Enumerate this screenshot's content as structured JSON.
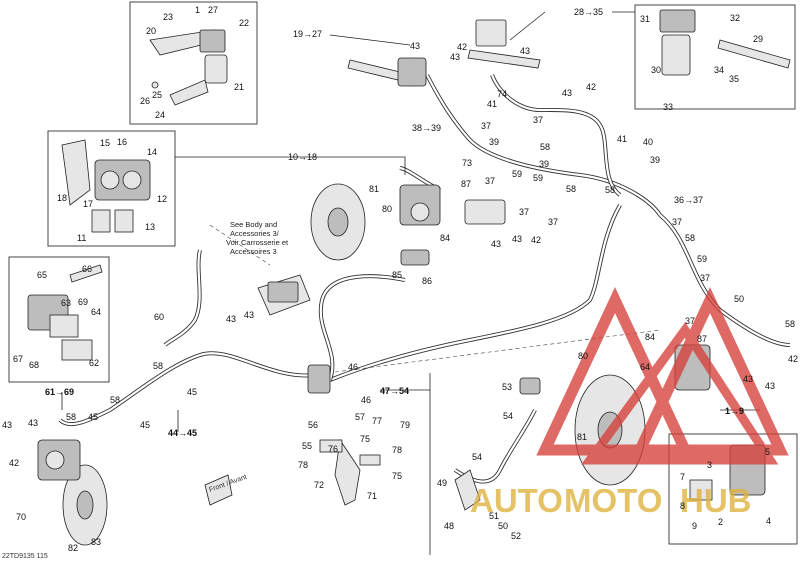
{
  "callouts": {
    "tl_box": [
      "23",
      "1",
      "27",
      "22",
      "20",
      "25",
      "26",
      "24",
      "21"
    ],
    "top_center": [
      "19→27",
      "43",
      "42",
      "43",
      "43"
    ],
    "tr_box": [
      "28→35",
      "31",
      "32",
      "29",
      "30",
      "34",
      "35",
      "33"
    ],
    "center_right": [
      "74",
      "43",
      "42",
      "41",
      "38→39",
      "37",
      "37",
      "58",
      "39",
      "73",
      "37",
      "39",
      "41",
      "40",
      "39",
      "59",
      "59",
      "87",
      "58",
      "58",
      "37",
      "37",
      "43",
      "42",
      "43",
      "36→37",
      "37",
      "58",
      "59",
      "37",
      "50",
      "37",
      "58",
      "84",
      "87",
      "42",
      "43",
      "43",
      "1→9",
      "10→18"
    ],
    "left_box": [
      "15",
      "16",
      "14",
      "12",
      "18",
      "17",
      "13",
      "11"
    ],
    "center": [
      "81",
      "80",
      "84",
      "85",
      "86"
    ],
    "lower_left_box": [
      "65",
      "66",
      "63",
      "69",
      "64",
      "67",
      "68",
      "62"
    ],
    "lower_left": [
      "61→69",
      "60",
      "43",
      "43",
      "58",
      "45",
      "58",
      "45",
      "58",
      "45",
      "44→45",
      "43",
      "43",
      "42",
      "70",
      "82",
      "83"
    ],
    "bottom_center": [
      "46",
      "47→54",
      "46",
      "57",
      "56",
      "75",
      "77",
      "79",
      "55",
      "76",
      "78",
      "75",
      "72",
      "71",
      "78"
    ],
    "bottom_right": [
      "53",
      "54",
      "54",
      "49",
      "48",
      "51",
      "50",
      "52"
    ],
    "br_box": [
      "80",
      "64",
      "81",
      "5",
      "3",
      "2",
      "4",
      "8",
      "9",
      "7"
    ]
  },
  "note_lines": [
    "See Body and",
    "Accessories 3/",
    "Voir Carrosserie et",
    "Accessoires 3"
  ],
  "diagram_code": "22TD9135 115",
  "front_label": "Front / Avant",
  "watermark": {
    "text_part1": "AUTO",
    "text_part2": "MOTO",
    "text_part3": "HUB",
    "color_red": "#d6403a",
    "color_gold": "#e0b23c"
  }
}
